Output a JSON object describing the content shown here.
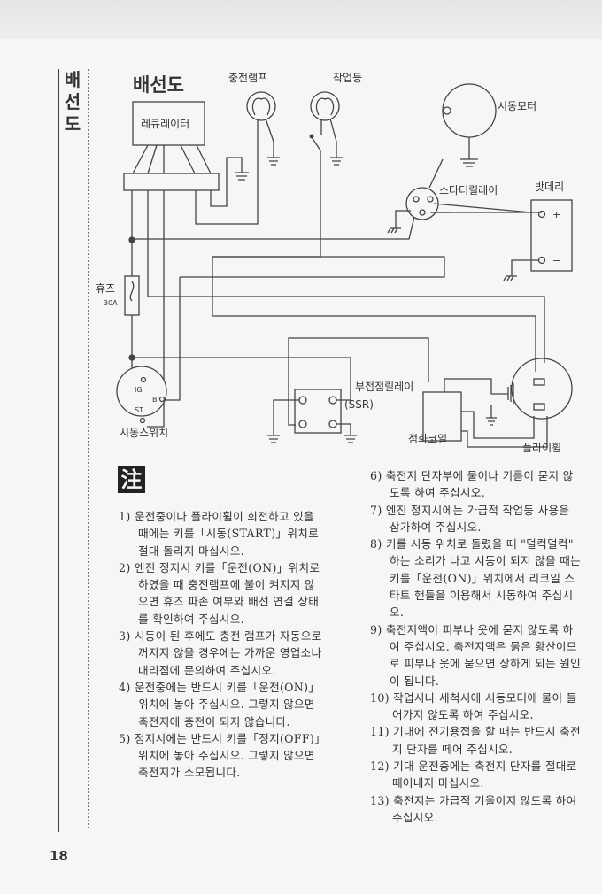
{
  "side_title": "배선도",
  "diagram": {
    "title": "배선도",
    "regulator": "레큐레이터",
    "charge_lamp": "충전램프",
    "work_light": "작업등",
    "starter_motor": "시동모터",
    "starter_relay": "스타터릴레이",
    "battery": "밧데리",
    "battery_plus": "+",
    "battery_minus": "−",
    "fuse": "휴즈",
    "fuse_rating": "30A",
    "switch_ig": "IG",
    "switch_b": "B",
    "switch_st": "ST",
    "ignition_switch": "시동스위치",
    "sub_relay": "부접점릴레이",
    "ssr": "(SSR)",
    "ignition_coil": "점화코일",
    "flywheel": "플라이휠"
  },
  "notes_icon": "注",
  "notes_left": [
    "1) 운전중이나 플라이휠이 회전하고 있을 때에는 키를「시동(START)」위치로 절대 돌리지 마십시오.",
    "2) 엔진 정지시 키를「운전(ON)」위치로 하였을 때 충전램프에 불이 켜지지 않으면 휴즈 파손 여부와 배선 연결 상태를 확인하여 주십시오.",
    "3) 시동이 된 후에도 충전 램프가 자동으로 꺼지지 않을 경우에는 가까운 영업소나 대리점에 문의하여 주십시오.",
    "4) 운전중에는 반드시 키를「운전(ON)」위치에 놓아 주십시오. 그렇지 않으면 축전지에 충전이 되지 않습니다.",
    "5) 정지시에는 반드시 키를「정지(OFF)」위치에 놓아 주십시오. 그렇지 않으면 축전지가 소모됩니다."
  ],
  "notes_right": [
    "6) 축전지 단자부에 물이나 기름이 묻지 않도록 하여 주십시오.",
    "7) 엔진 정지시에는 가급적 작업등 사용을 삼가하여 주십시오.",
    "8) 키를 시동 위치로 돌렸을 때 \"덜컥덜컥\" 하는 소리가 나고 시동이 되지 않을 때는 키를「운전(ON)」위치에서 리코일 스타트 핸들을 이용해서 시동하여 주십시오.",
    "9) 축전지액이 피부나 옷에 묻지 않도록 하여 주십시오. 축전지액은 묽은 황산이므로 피부나 옷에 묻으면 상하게 되는 원인이 됩니다.",
    "10) 작업시나 세척시에 시동모터에 물이 들어가지 않도록 하여 주십시오.",
    "11) 기대에 전기용접을 할 때는 반드시 축전지 단자를 떼어 주십시오.",
    "12) 기대 운전중에는 축전지 단자를 절대로 떼어내지 마십시오.",
    "13) 축전지는 가급적 기울이지 않도록 하여 주십시오."
  ],
  "page_number": "18"
}
